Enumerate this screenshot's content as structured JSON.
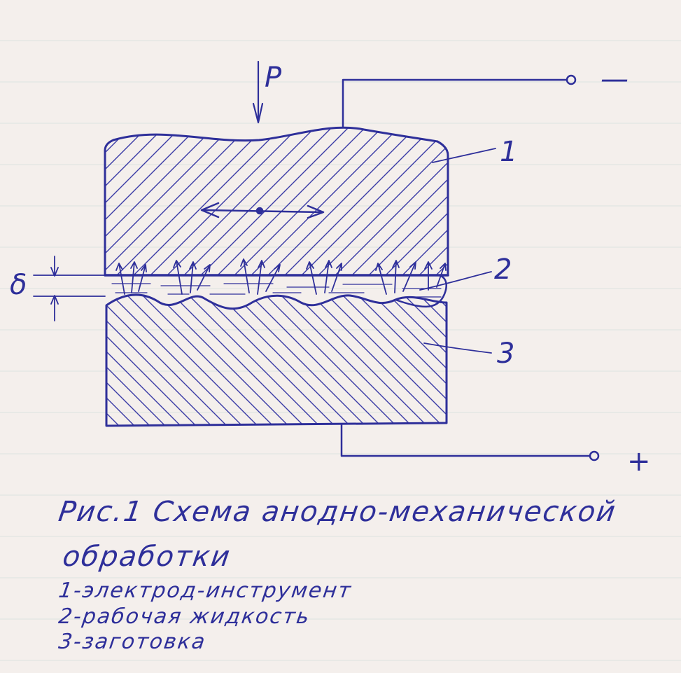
{
  "labels": {
    "force": "P",
    "gap": "δ",
    "part1": "1",
    "part2": "2",
    "part3": "3",
    "minus": "—",
    "plus": "+"
  },
  "caption": {
    "title_line1": "Рис.1  Схема анодно-механической",
    "title_line2": "обработки",
    "legend": [
      "1-электрод-инструмент",
      "2-рабочая жидкость",
      "3-заготовка"
    ]
  },
  "colors": {
    "ink": "#2e2f9a",
    "paper": "#f4efec"
  }
}
